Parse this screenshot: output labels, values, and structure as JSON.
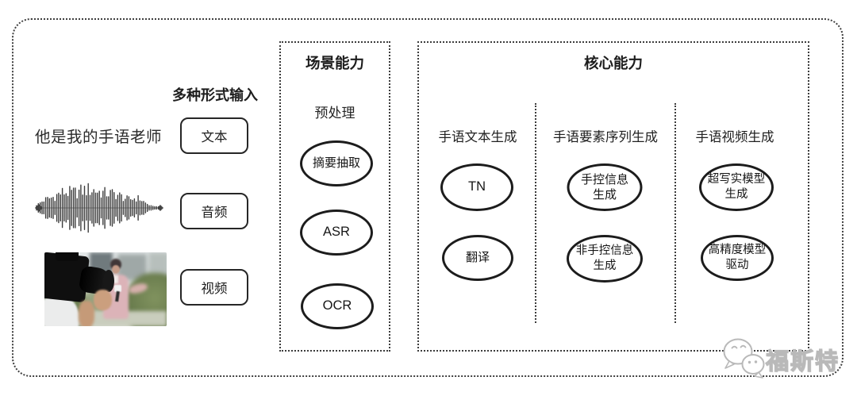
{
  "input_section": {
    "label": "多种形式输入",
    "sentence": "他是我的手语老师",
    "items": [
      {
        "label": "文本"
      },
      {
        "label": "音频"
      },
      {
        "label": "视频"
      }
    ],
    "icons": {
      "waveform": "audio-waveform-icon",
      "photo": "camera-filming-reporter-photo"
    }
  },
  "scene_box": {
    "title": "场景能力",
    "subtitle": "预处理",
    "nodes": [
      {
        "label": "摘要抽取"
      },
      {
        "label": "ASR"
      },
      {
        "label": "OCR"
      }
    ]
  },
  "core_box": {
    "title": "核心能力",
    "columns": [
      {
        "header": "手语文本生成",
        "nodes": [
          {
            "label": "TN"
          },
          {
            "label": "翻译"
          }
        ]
      },
      {
        "header": "手语要素序列生成",
        "nodes": [
          {
            "label": "手控信息\n生成"
          },
          {
            "label": "非手控信息\n生成"
          }
        ]
      },
      {
        "header": "手语视频生成",
        "nodes": [
          {
            "label": "超写实模型\n生成"
          },
          {
            "label": "高精度模型\n驱动"
          }
        ]
      }
    ]
  },
  "watermark": {
    "text": "福斯特",
    "icon": "wechat-bubbles-icon"
  },
  "colors": {
    "ink": "#1d1d1d",
    "dotted_border": "#3f3f3f",
    "background": "#ffffff",
    "watermark_gray": "#b9b9b9"
  }
}
